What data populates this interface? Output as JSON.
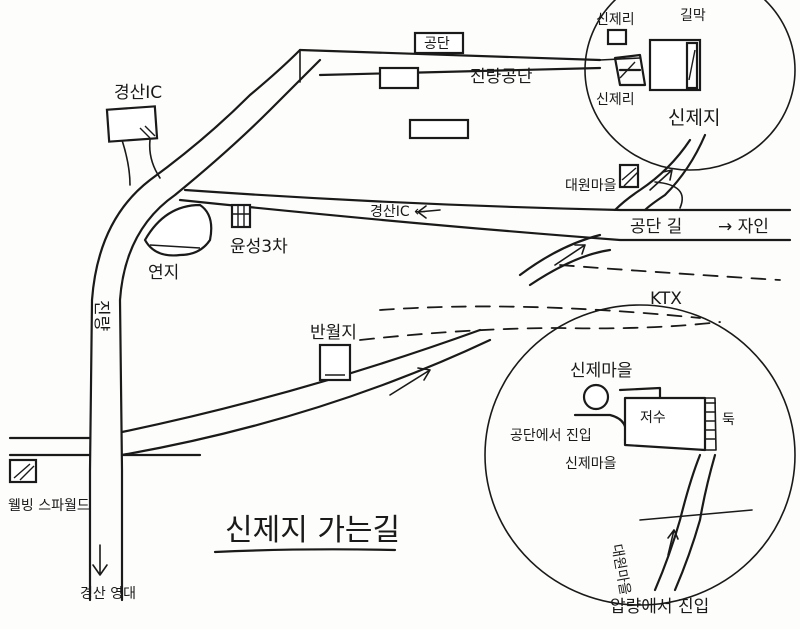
{
  "title": "신제지 가는길",
  "labels": {
    "gyeongsan_ic": "경산IC",
    "gongdan": "공단",
    "jinryang_gongdan": "진량공단",
    "sinjeri_top": "신제리",
    "gilmak": "길막",
    "sinjeri_mid": "신제리",
    "sinjeji": "신제지",
    "daewon_maeul": "대원마을",
    "gongdan_gil": "공단 길",
    "to_jain": "→ 자인",
    "to_gyeongsan_ic": "경산IC ←",
    "yunseong": "윤성3차",
    "yeonji": "연지",
    "jinryang_road": "진량",
    "ktx": "KTX",
    "banwolji": "반월지",
    "welbing": "웰빙 스파월드",
    "gyeongsan_yeongdae": "경산 영대",
    "sinje_maeul": "신제마을",
    "gongdan_eseo_jinip": "공단에서 진입",
    "sinje_maeul_side": "신제마을",
    "jeo_su": "저수",
    "dyke": "둑",
    "daewon_maeul_bottom": "대원마을",
    "apryang_eseo_jinip": "압량에서 진입"
  }
}
